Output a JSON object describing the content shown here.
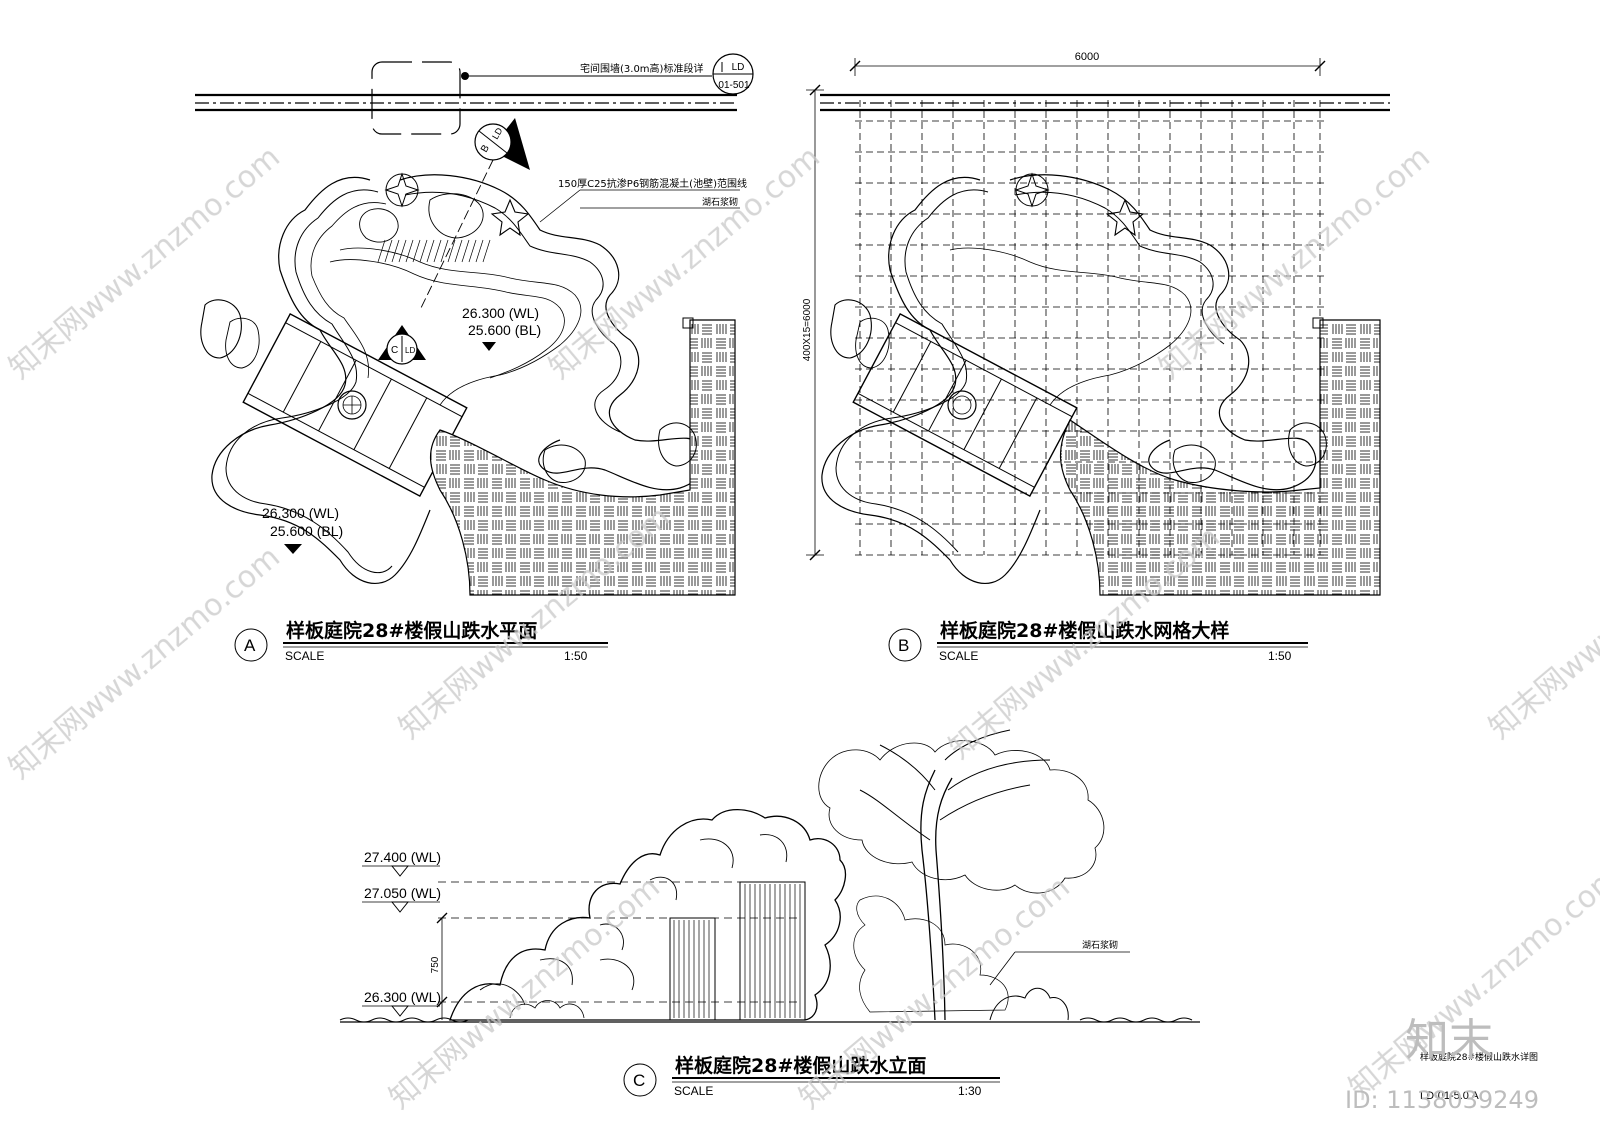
{
  "header": {
    "callout_note": "宅间围墙(3.0m高)标准段详",
    "callout_tag_top": "LD",
    "callout_tag_bottom": "01-501"
  },
  "plan_a": {
    "marker": "A",
    "title": "样板庭院28#楼假山跌水平面",
    "scale_label": "SCALE",
    "scale_value": "1:50",
    "note_wall": "150厚C25抗渗P6钢筋混凝土(池壁)范围线",
    "note_stone": "湖石浆砌",
    "section_b_letter": "B",
    "section_b_tag": "LD",
    "section_c_letter": "C",
    "section_c_tag": "LD",
    "level_wl_1": "26.300 (WL)",
    "level_bl_1": "25.600 (BL)",
    "level_wl_2": "26.300 (WL)",
    "level_bl_2": "25.600 (BL)"
  },
  "plan_b": {
    "marker": "B",
    "title": "样板庭院28#楼假山跌水网格大样",
    "scale_label": "SCALE",
    "scale_value": "1:50",
    "dim_top": "6000",
    "dim_left": "400X15=6000"
  },
  "elevation_c": {
    "marker": "C",
    "title": "样板庭院28#楼假山跌水立面",
    "scale_label": "SCALE",
    "scale_value": "1:30",
    "level_top": "27.400 (WL)",
    "level_mid": "27.050 (WL)",
    "level_bottom": "26.300 (WL)",
    "dim_750": "750",
    "note_stone": "湖石浆砌"
  },
  "title_block": {
    "sheet_title": "样板庭院28#楼假山跌水详图",
    "sheet_no": "LD-01-5.0 A"
  },
  "watermark": {
    "site_text": "知末网www.znzmo.com",
    "brand": "知末",
    "id_text": "ID: 1138039249"
  }
}
